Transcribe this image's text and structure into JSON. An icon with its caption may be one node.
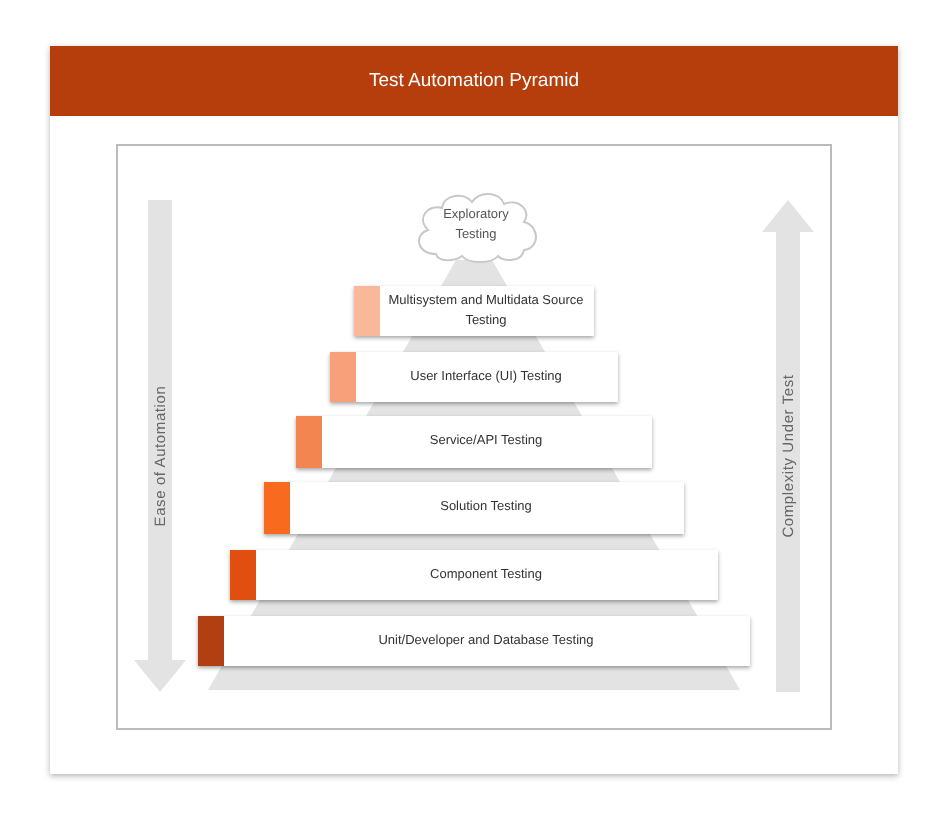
{
  "diagram": {
    "title": "Test Automation Pyramid",
    "nodes": [
      {
        "text": [
          "Exploratory Testing"
        ]
      },
      {
        "text": [
          "Multisystem and Multidata Source Testing"
        ]
      },
      {
        "text": [
          "User Interface (UI) Testing"
        ]
      },
      {
        "text": [
          "Service/API Testing"
        ]
      },
      {
        "text": [
          "Solution Testing"
        ]
      },
      {
        "text": [
          "Component Testing"
        ]
      },
      {
        "text": [
          "Unit/Developer and Database Testing"
        ]
      }
    ],
    "labels": [
      "Ease of Automation",
      "Complexity Under Test"
    ]
  }
}
